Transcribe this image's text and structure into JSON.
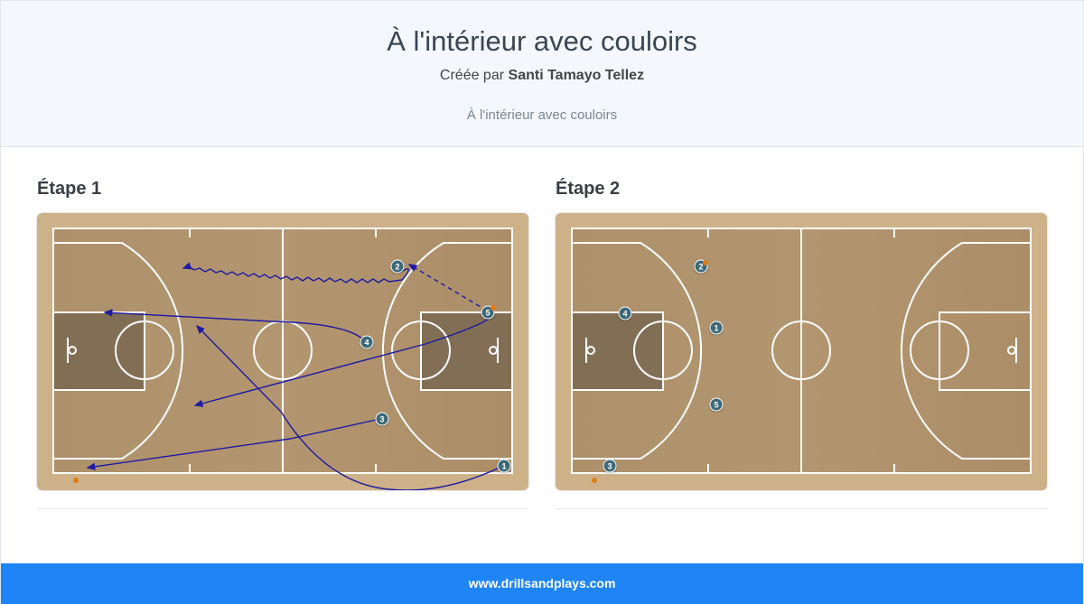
{
  "header": {
    "title": "À l'intérieur avec couloirs",
    "author_prefix": "Créée par",
    "author_name": "Santi Tamayo Tellez",
    "description": "À l'intérieur avec couloirs"
  },
  "steps": [
    {
      "heading": "Étape 1",
      "players": [
        {
          "label": "1"
        },
        {
          "label": "2"
        },
        {
          "label": "3"
        },
        {
          "label": "4"
        },
        {
          "label": "5"
        }
      ]
    },
    {
      "heading": "Étape 2",
      "players": [
        {
          "label": "1"
        },
        {
          "label": "2"
        },
        {
          "label": "3"
        },
        {
          "label": "4"
        },
        {
          "label": "5"
        }
      ]
    }
  ],
  "colors": {
    "court_wood": "#b39670",
    "paint": "#7d6a52",
    "player": "#3c6a7a",
    "movement_line": "#1f1aa3",
    "ball": "#e07b10",
    "footer": "#1f85f7"
  },
  "footer": {
    "site": "www.drillsandplays.com"
  }
}
